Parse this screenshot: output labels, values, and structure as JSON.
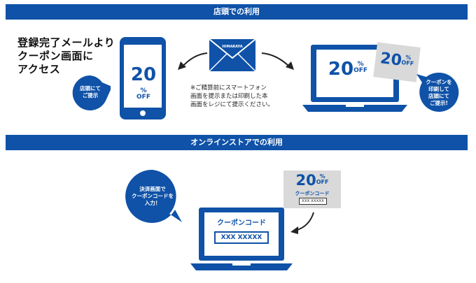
{
  "sections": {
    "store": {
      "title": "店頭での利用"
    },
    "online": {
      "title": "オンラインストアでの利用"
    }
  },
  "store": {
    "headline_lines": [
      "登録完了メールより",
      "クーポン画面に",
      "アクセス"
    ],
    "phone_bubble": [
      "店頭にて",
      "ご提示"
    ],
    "envelope_brand": "HIMARAYA",
    "note_lines": [
      "※ご精算前にスマートフォン",
      "画面を提示または印刷した本",
      "画面をレジにて提示ください。"
    ],
    "print_bubble": [
      "クーポンを",
      "印刷して",
      "店頭にて",
      "ご提示!"
    ],
    "coupon_number": "20",
    "coupon_percent": "%",
    "coupon_off": "OFF"
  },
  "online": {
    "bubble": [
      "決済画面で",
      "クーポンコードを",
      "入力！"
    ],
    "screen_label": "クーポンコード",
    "screen_code": "XXX XXXXX",
    "card_label": "クーポンコード",
    "card_code": "XXX XXXXX",
    "coupon_number": "20",
    "coupon_percent": "%",
    "coupon_off": "OFF"
  },
  "colors": {
    "brand_blue": "#0f52a8",
    "card_gray": "#d9d9d9"
  },
  "icons": [
    "smartphone-icon",
    "envelope-icon",
    "laptop-icon",
    "arrow-icon"
  ]
}
